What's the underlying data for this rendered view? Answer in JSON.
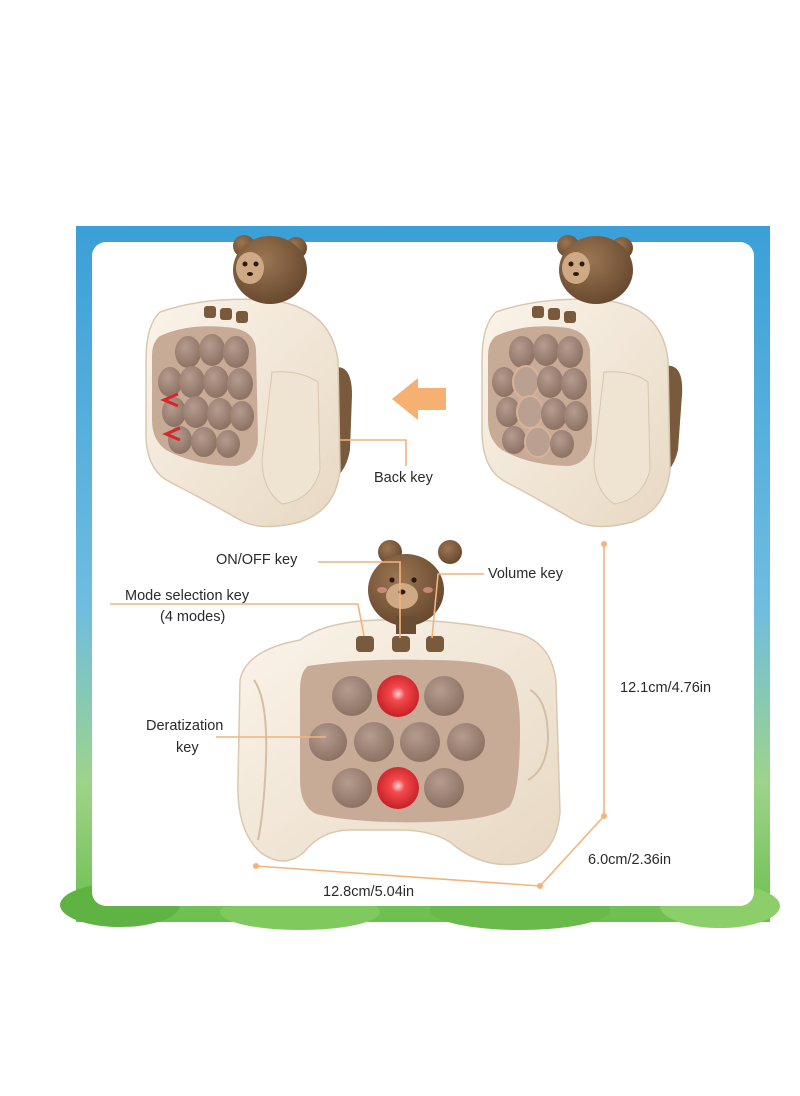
{
  "colors": {
    "frame_blue": "#4aa6d9",
    "frame_green": "#7cc35a",
    "panel": "#ffffff",
    "body_cream": "#f6ecdd",
    "body_shade": "#e5d7c2",
    "bubble": "#9e8577",
    "bubble_tray": "#c9ae9b",
    "bear_brown": "#7a5a3d",
    "led_red": "#e0282c",
    "leader_line": "#f4b37a",
    "arrow": "#f6b072"
  },
  "labels": {
    "back_key": "Back key",
    "on_off_key": "ON/OFF key",
    "volume_key": "Volume key",
    "mode_key_line1": "Mode selection key",
    "mode_key_line2": "(4 modes)",
    "deratization_line1": "Deratization",
    "deratization_line2": "key",
    "height_dim": "12.1cm/4.76in",
    "depth_dim": "6.0cm/2.36in",
    "width_dim": "12.8cm/5.04in"
  },
  "icons": {
    "direction_arrow": "arrow-left-icon"
  }
}
